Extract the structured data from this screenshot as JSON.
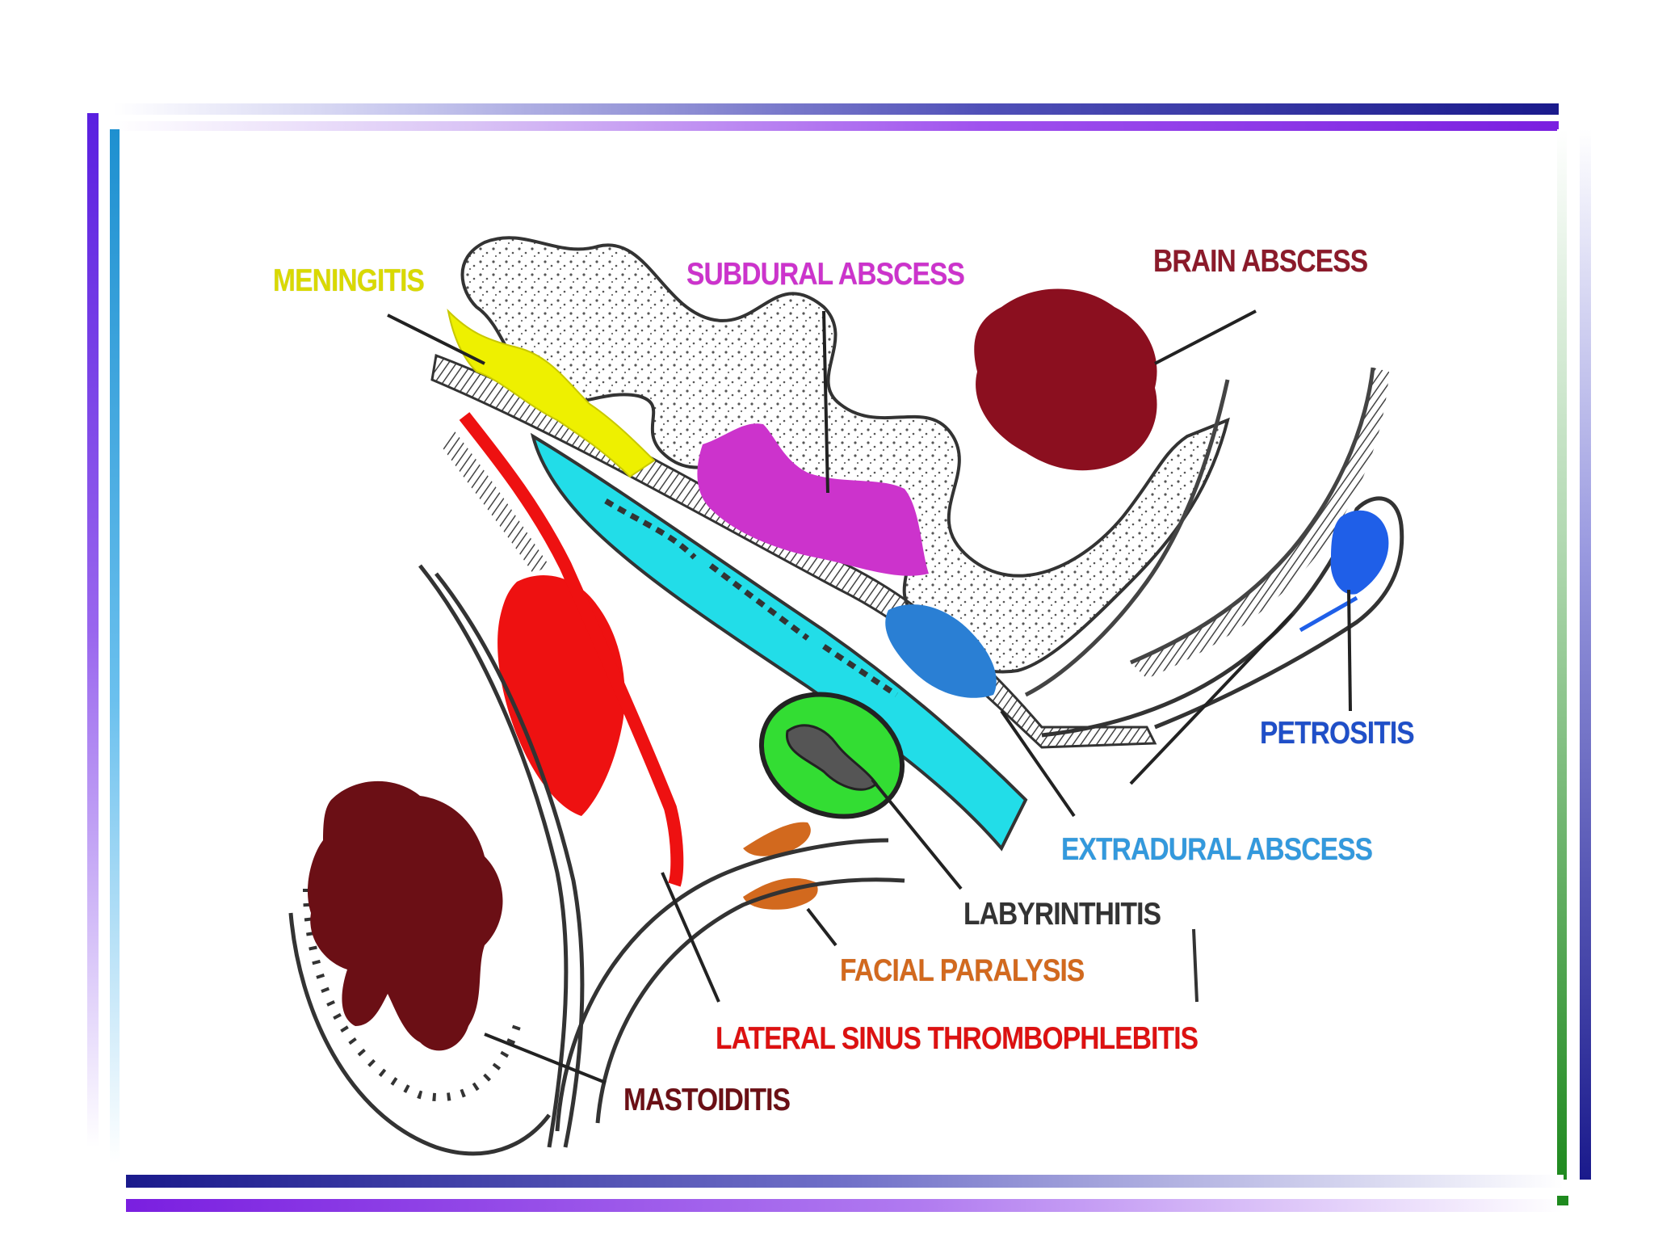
{
  "labels": {
    "meningitis": "MENINGITIS",
    "subdural_abscess": "SUBDURAL ABSCESS",
    "brain_abscess": "BRAIN ABSCESS",
    "petrositis": "PETROSITIS",
    "extradural_abscess": "EXTRADURAL ABSCESS",
    "labyrinthitis": "LABYRINTHITIS",
    "facial_paralysis": "FACIAL PARALYSIS",
    "lateral_sinus_thrombophlebitis": "LATERAL SINUS THROMBOPHLEBITIS",
    "mastoiditis": "MASTOIDITIS"
  },
  "colors": {
    "meningitis": "#e6e600",
    "subdural_abscess": "#cc33cc",
    "brain_abscess": "#8b0f1f",
    "petrositis": "#1f4fc8",
    "extradural_abscess": "#3399dd",
    "labyrinthitis": "#333333",
    "facial_paralysis": "#d2691e",
    "lateral_sinus_thrombophlebitis": "#dd1111",
    "mastoiditis": "#6b0f15",
    "extradural_fill": "#22dde8",
    "labyrinth_fill": "#33dd33",
    "frame_dark": "#1a1a8c",
    "frame_violet": "#8a2be2",
    "frame_green": "#2e8b2e",
    "frame_cyan": "#3ab0e0"
  }
}
